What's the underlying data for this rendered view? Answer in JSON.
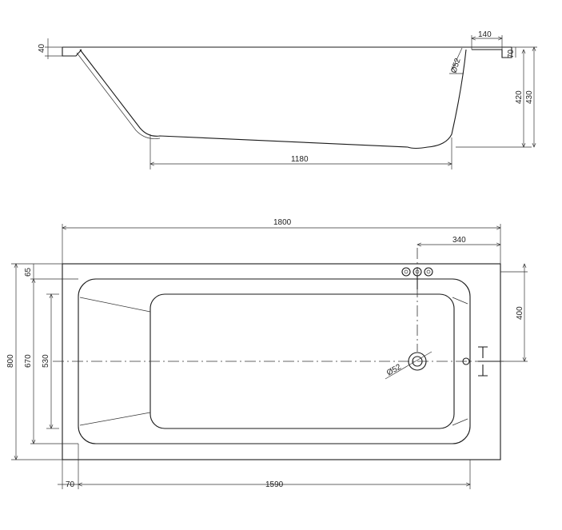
{
  "side_view": {
    "dims": {
      "rim_height": "40",
      "rim_width": "140",
      "rim_height_right": "70",
      "drain_diameter": "Ø52",
      "inner_depth": "420",
      "total_depth": "430",
      "bottom_length": "1180"
    }
  },
  "top_view": {
    "dims": {
      "total_length": "1800",
      "faucet_offset": "340",
      "faucet_to_center": "400",
      "total_width": "800",
      "rim_offset": "65",
      "inner_width": "670",
      "bottom_width": "530",
      "drain_diameter": "Ø52",
      "left_offset": "70",
      "inner_length": "1590"
    }
  }
}
